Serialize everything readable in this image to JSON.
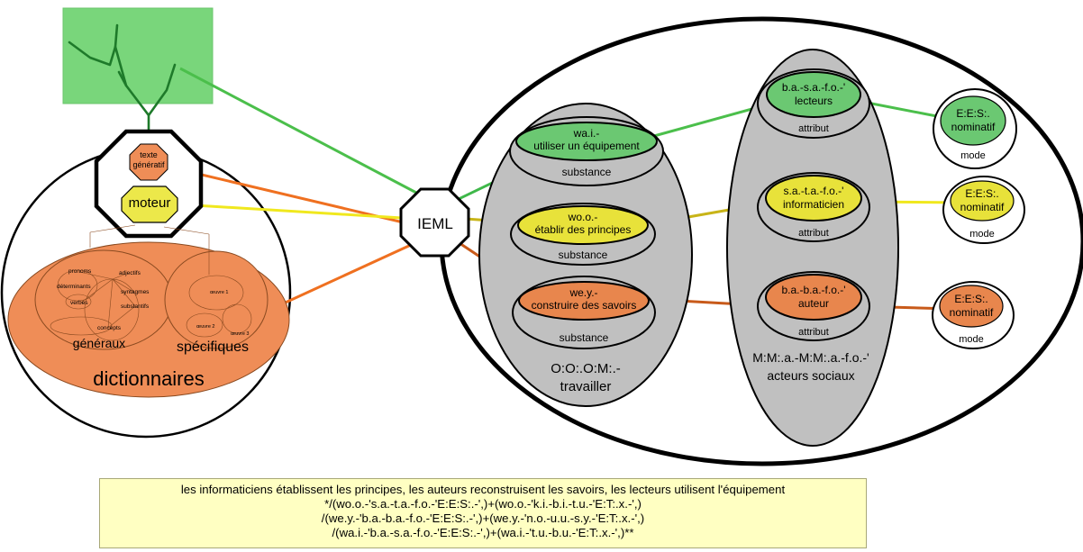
{
  "tree_box": {
    "color": "#79d67b"
  },
  "generator": {
    "label_line1": "texte",
    "label_line2": "génératif",
    "engine_label": "moteur"
  },
  "dictionaries": {
    "title": "dictionnaires",
    "general_label": "généraux",
    "specific_label": "spécifiques",
    "general_words": [
      "pronoms",
      "déterminants",
      "adjectifs",
      "syntagmes",
      "verbes",
      "substantifs",
      "concepts"
    ],
    "specific_words": [
      "œuvre 1",
      "œuvre 2",
      "œuvre 3"
    ]
  },
  "hub": {
    "label": "IEML"
  },
  "substance_group": {
    "code": "O:O:.O:M:.-",
    "label": "travailler"
  },
  "actor_group": {
    "code": "M:M:.a.-M:M:.a.-f.o.-'",
    "label": "acteurs sociaux"
  },
  "substances": [
    {
      "code": "wa.i.-",
      "label": "utiliser un équipement",
      "role": "substance",
      "color": "#6bc872"
    },
    {
      "code": "wo.o.-",
      "label": "établir des principes",
      "role": "substance",
      "color": "#e8e23a"
    },
    {
      "code": "we.y.-",
      "label": "construire des savoirs",
      "role": "substance",
      "color": "#e8864d"
    }
  ],
  "attributes": [
    {
      "code": "b.a.-s.a.-f.o.-'",
      "label": "lecteurs",
      "role": "attribut",
      "color": "#6bc872"
    },
    {
      "code": "s.a.-t.a.-f.o.-'",
      "label": "informaticien",
      "role": "attribut",
      "color": "#e8e23a"
    },
    {
      "code": "b.a.-b.a.-f.o.-'",
      "label": "auteur",
      "role": "attribut",
      "color": "#e8864d"
    }
  ],
  "modes": [
    {
      "code": "E:E:S:.",
      "label": "nominatif",
      "role": "mode",
      "color": "#6bc872"
    },
    {
      "code": "E:E:S:.",
      "label": "nominatif",
      "role": "mode",
      "color": "#e8e23a"
    },
    {
      "code": "E:E:S:.",
      "label": "nominatif",
      "role": "mode",
      "color": "#e8864d"
    }
  ],
  "link_colors": {
    "green": "#4bbf4b",
    "yellow": "#f0e81e",
    "olive": "#c8b418",
    "orange": "#ef7020",
    "rust": "#c85a1a"
  },
  "caption": {
    "lines": [
      "les informaticiens établissent les principes, les auteurs reconstruisent les savoirs, les lecteurs utilisent l'équipement",
      "*/(wo.o.-'s.a.-t.a.-f.o.-'E:E:S:.-',)+(wo.o.-'k.i.-b.i.-t.u.-'E:T:.x.-',)",
      "/(we.y.-'b.a.-b.a.-f.o.-'E:E:S:.-',)+(we.y.-'n.o.-u.u.-s.y.-'E:T:.x.-',)",
      "/(wa.i.-'b.a.-s.a.-f.o.-'E:E:S:.-',)+(wa.i.-'t.u.-b.u.-'E:T:.x.-',)**"
    ]
  }
}
